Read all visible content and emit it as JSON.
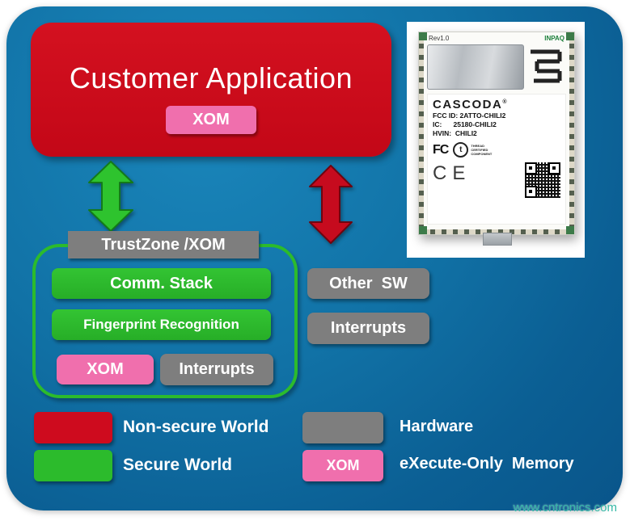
{
  "app_box": {
    "title": "Customer Application",
    "xom_badge": "XOM"
  },
  "trustzone": {
    "header": "TrustZone /XOM",
    "comm_stack": "Comm. Stack",
    "fingerprint": "Fingerprint Recognition",
    "xom_badge": "XOM",
    "interrupts": "Interrupts"
  },
  "non_secure": {
    "other_sw": "Other  SW",
    "interrupts": "Interrupts"
  },
  "legend": {
    "items": [
      {
        "label": "Non-secure World",
        "color": "#ce0b1e",
        "swatch_text": ""
      },
      {
        "label": "Secure World",
        "color": "#2cbb2c",
        "swatch_text": ""
      },
      {
        "label": "Hardware",
        "color": "#7e7e7e",
        "swatch_text": ""
      },
      {
        "label": "eXecute-Only  Memory",
        "color": "#f06fad",
        "swatch_text": "XOM"
      }
    ]
  },
  "chip": {
    "rev": "Rev1.0",
    "vendor": "INPAQ",
    "brand": "CASCODA",
    "registered": "®",
    "fcc_line": "FCC ID: 2ATTO-CHILI2",
    "ic_line": "IC:      25180-CHILI2",
    "hvin_line": "HVIN:  CHILI2",
    "fcc_logo": "FC",
    "thread_glyph": "t",
    "thread_line1": "THREAD",
    "thread_line2": "CERTIFIED",
    "thread_line3": "COMPONENT",
    "ce_mark": "CE"
  },
  "watermark": "www.cntronics.com",
  "colors": {
    "panel_blue": "#1172a6",
    "non_secure_red": "#ce0b1e",
    "secure_green": "#2cbb2c",
    "hardware_gray": "#7e7e7e",
    "xom_pink": "#f06fad",
    "text_white": "#ffffff",
    "watermark_teal": "#35b8a6"
  }
}
